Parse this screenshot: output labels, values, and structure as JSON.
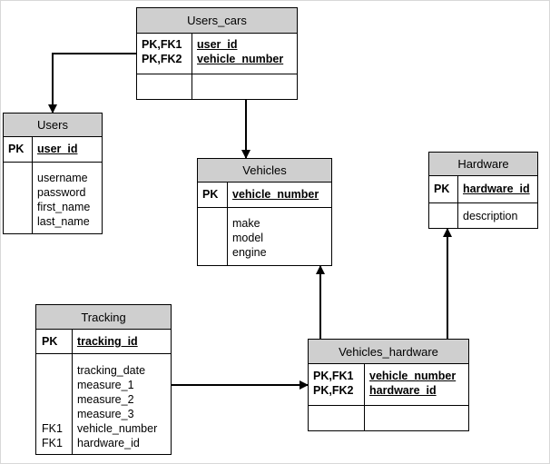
{
  "entities": {
    "users_cars": {
      "title": "Users_cars",
      "pk_keys": [
        "PK,FK1",
        "PK,FK2"
      ],
      "pk_fields": [
        "user_id",
        "vehicle_number"
      ],
      "attributes": []
    },
    "users": {
      "title": "Users",
      "pk_keys": [
        "PK"
      ],
      "pk_fields": [
        "user_id"
      ],
      "attributes": [
        "username",
        "password",
        "first_name",
        "last_name"
      ]
    },
    "vehicles": {
      "title": "Vehicles",
      "pk_keys": [
        "PK"
      ],
      "pk_fields": [
        "vehicle_number"
      ],
      "attributes": [
        "make",
        "model",
        "engine"
      ]
    },
    "hardware": {
      "title": "Hardware",
      "pk_keys": [
        "PK"
      ],
      "pk_fields": [
        "hardware_id"
      ],
      "attributes": [
        "description"
      ]
    },
    "tracking": {
      "title": "Tracking",
      "pk_keys": [
        "PK"
      ],
      "pk_fields": [
        "tracking_id"
      ],
      "attr_keys": [
        "",
        "",
        "",
        "",
        "FK1",
        "FK1"
      ],
      "attributes": [
        "tracking_date",
        "measure_1",
        "measure_2",
        "measure_3",
        "vehicle_number",
        "hardware_id"
      ]
    },
    "vehicles_hardware": {
      "title": "Vehicles_hardware",
      "pk_keys": [
        "PK,FK1",
        "PK,FK2"
      ],
      "pk_fields": [
        "vehicle_number",
        "hardware_id"
      ],
      "attributes": []
    }
  },
  "relationships": [
    {
      "from": "Users_cars",
      "to": "Users"
    },
    {
      "from": "Users_cars",
      "to": "Vehicles"
    },
    {
      "from": "Vehicles_hardware",
      "to": "Vehicles"
    },
    {
      "from": "Vehicles_hardware",
      "to": "Hardware"
    },
    {
      "from": "Tracking",
      "to": "Vehicles_hardware"
    }
  ]
}
